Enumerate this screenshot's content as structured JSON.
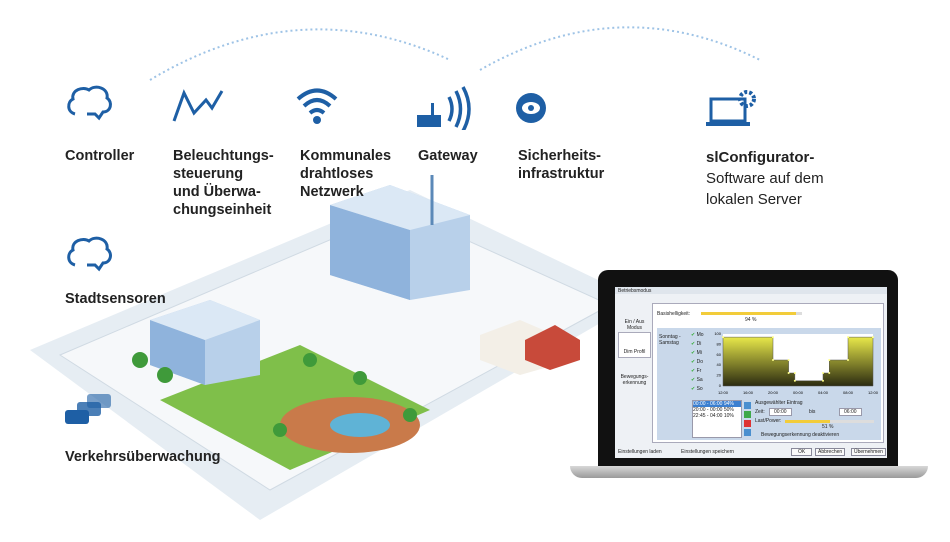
{
  "colors": {
    "accent": "#1e5fa5",
    "chart_fill": "#d9d94a"
  },
  "features": [
    {
      "icon": "brain-icon",
      "lines": [
        "Controller"
      ]
    },
    {
      "icon": "line-graph-icon",
      "lines": [
        "Beleuchtungs-",
        "steuerung",
        "und Überwa-",
        "chungseinheit"
      ]
    },
    {
      "icon": "wifi-icon",
      "lines": [
        "Kommunales",
        "drahtloses",
        "Netzwerk"
      ]
    },
    {
      "icon": "gateway-icon",
      "lines": [
        "Gateway"
      ]
    },
    {
      "icon": "eye-icon",
      "lines": [
        "Sicherheits-",
        "infrastruktur"
      ]
    }
  ],
  "configurator": {
    "title": "slConfigurator-",
    "lines": [
      "Software auf dem",
      "lokalen Server"
    ]
  },
  "left": [
    {
      "icon": "brain-icon",
      "label": "Stadtsensoren"
    },
    {
      "icon": "cars-icon",
      "label": "Verkehrsüberwachung"
    }
  ],
  "app": {
    "title": "Betriebsmodus",
    "side_tabs": [
      "Ein / Aus Modus",
      "Dim Profil",
      "Bewegungs-erkennung"
    ],
    "base_label": "Basishelligkeit:",
    "base_value": "94 %",
    "base_pct": 94,
    "days_tab": "Sonntag - Samstag",
    "days": [
      "Mo",
      "Di",
      "Mi",
      "Do",
      "Fr",
      "Sa",
      "So"
    ],
    "entries": [
      "00:00 - 06:00 94%",
      "20:00 - 00:00 50%",
      "22:45 - 04:00 10%"
    ],
    "selected_label": "Ausgewählter Eintrag",
    "zeit": "Zeit:",
    "bis": "bis",
    "from": "00:00",
    "to": "06:00",
    "power_label": "Last/Power:",
    "power_value": "51 %",
    "power_pct": 51,
    "motion_off": "Bewegungserkennung deaktivieren",
    "load": "Einstellungen laden",
    "save": "Einstellungen speichern",
    "ok": "OK",
    "cancel": "Abbrechen",
    "apply": "Übernehmen"
  },
  "chart_data": {
    "type": "area",
    "x_ticks": [
      "12:00",
      "16:00",
      "20:00",
      "00:00",
      "04:00",
      "08:00",
      "12:00"
    ],
    "y_ticks": [
      "0",
      "20",
      "40",
      "60",
      "80",
      "100"
    ],
    "ylim": [
      0,
      100
    ],
    "x_hours": [
      0,
      8,
      8,
      10.5,
      10.5,
      11.5,
      11.5,
      16,
      16,
      17,
      17,
      20,
      20,
      24
    ],
    "values": [
      94,
      94,
      50,
      50,
      25,
      25,
      10,
      10,
      25,
      25,
      50,
      50,
      94,
      94
    ]
  }
}
